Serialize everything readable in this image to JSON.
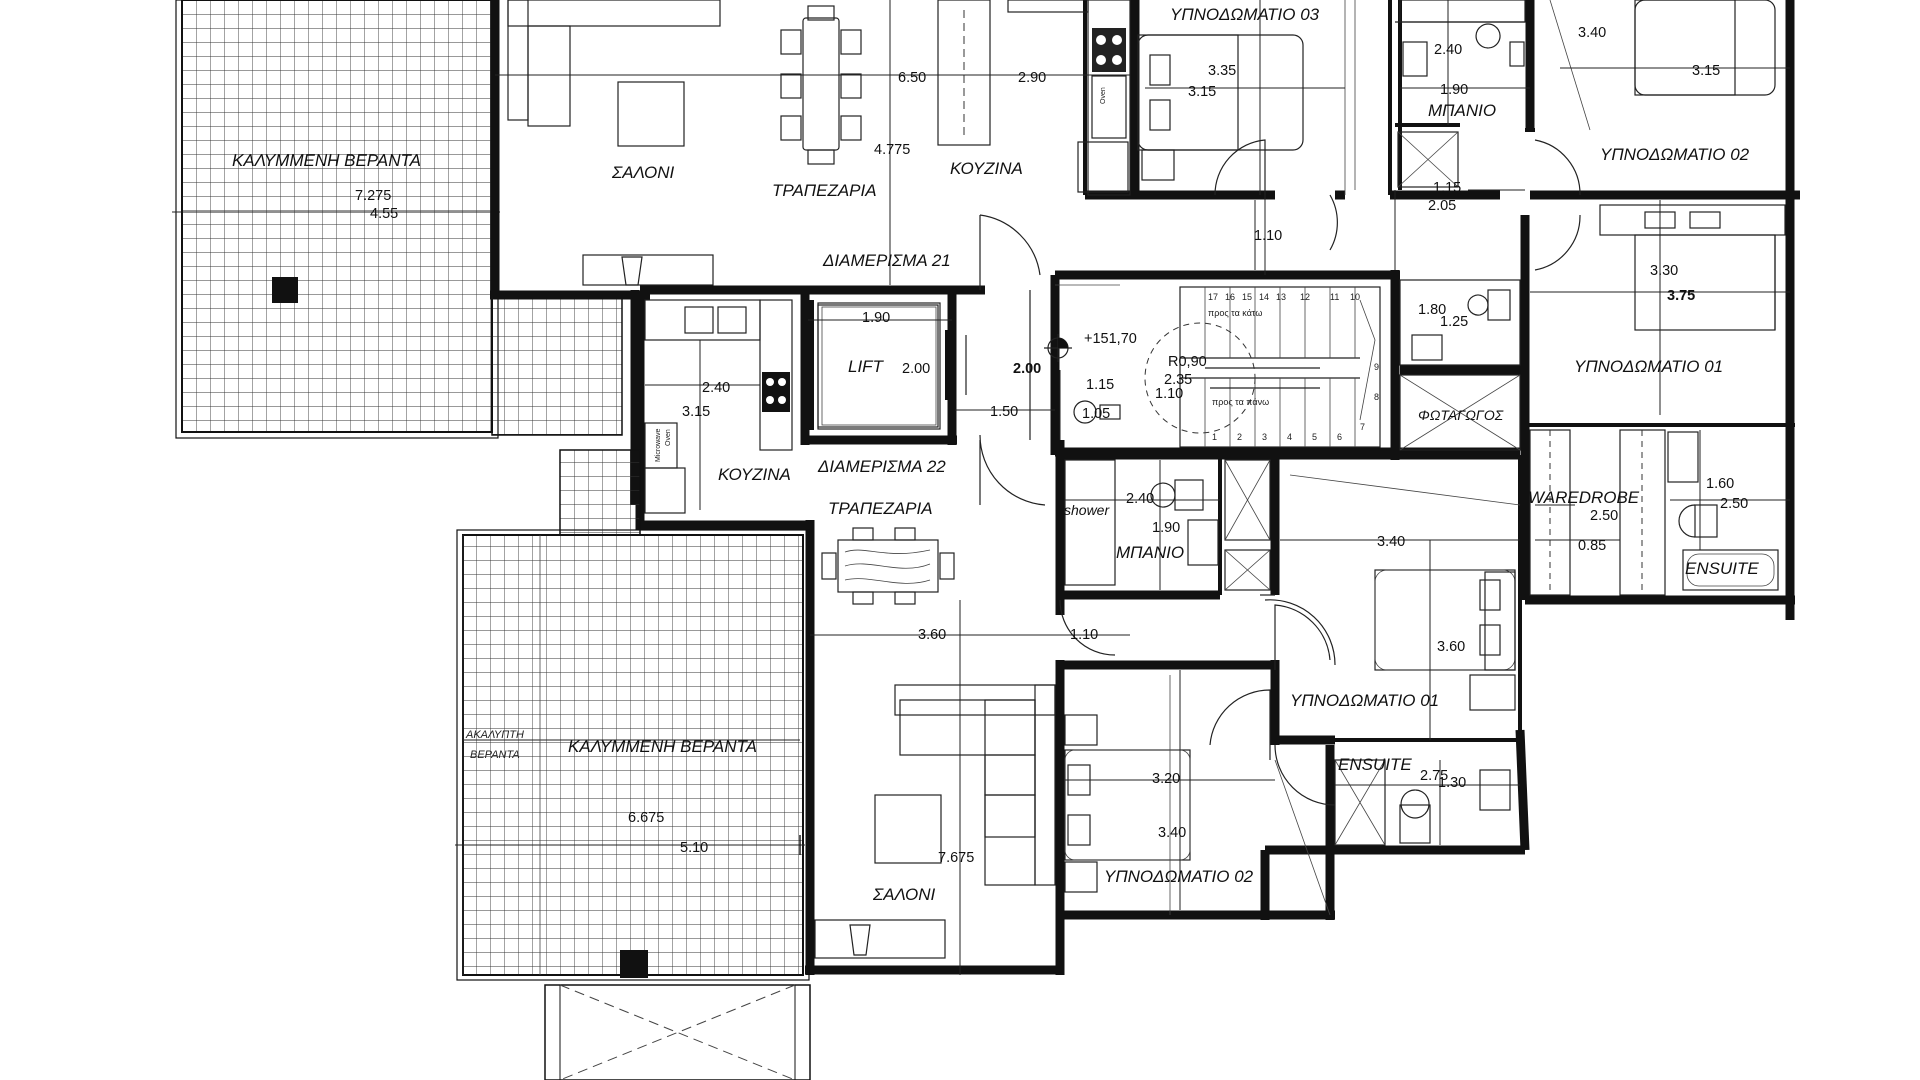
{
  "labels": {
    "upper_verandah": "ΚΑΛΥΜΜΕΝΗ ΒΕΡΑΝΤΑ",
    "upper_living": "ΣΑΛΟΝΙ",
    "upper_dining": "ΤΡΑΠΕΖΑΡΙΑ",
    "upper_kitchen": "ΚΟΥΖΙΝΑ",
    "apartment_21": "ΔΙΑΜΕΡΙΣΜΑ 21",
    "bedroom_03": "ΥΠΝΟΔΩΜΑΤΙΟ 03",
    "upper_bathroom": "ΜΠΑΝΙΟ",
    "upper_bedroom_02": "ΥΠΝΟΔΩΜΑΤΙΟ 02",
    "right_bedroom_01": "ΥΠΝΟΔΩΜΑΤΙΟ 01",
    "lift": "LIFT",
    "skylight": "ΦΩΤΑΓΩΓΟΣ",
    "stairs_down": "προς τα κάτω",
    "stairs_up": "προς τα πάνω",
    "apartment_22": "ΔΙΑΜΕΡΙΣΜΑ 22",
    "lower_kitchen": "ΚΟΥΖΙΝΑ",
    "lower_dining": "ΤΡΑΠΕΖΑΡΙΑ",
    "shower": "shower",
    "lower_bathroom": "ΜΠΑΝΙΟ",
    "wardrobe": "WAREDROBE",
    "ensuite_right": "ENSUITE",
    "lower_bedroom_01": "ΥΠΝΟΔΩΜΑΤΙΟ 01",
    "ensuite_lower": "ENSUITE",
    "lower_bedroom_02": "ΥΠΝΟΔΩΜΑΤΙΟ 02",
    "uncovered_verandah_1": "ΑΚΑΛΥΠΤΗ",
    "uncovered_verandah_2": "ΒΕΡΑΝΤΑ",
    "lower_verandah": "ΚΑΛΥΜΜΕΝΗ ΒΕΡΑΝΤΑ",
    "lower_living": "ΣΑΛΟΝΙ",
    "oven": "Oven",
    "microwave": "Microwave"
  },
  "elevation": {
    "level": "+151,70",
    "radius": "R0,90"
  },
  "dimensions": {
    "d_7275": "7.275",
    "d_455": "4.55",
    "d_650": "6.50",
    "d_290a": "2.90",
    "d_4775": "4.775",
    "d_335": "3.35",
    "d_315a": "3.15",
    "d_240a": "2.40",
    "d_190a": "1.90",
    "d_340a": "3.40",
    "d_315b": "3.15",
    "d_115a": "1.15",
    "d_205": "2.05",
    "d_110a": "1.10",
    "d_330": "3.30",
    "d_375": "3.75",
    "d_190b": "1.90",
    "d_200a": "2.00",
    "d_180": "1.80",
    "d_125": "1.25",
    "d_240b": "2.40",
    "d_315c": "3.15",
    "d_150": "1.50",
    "d_200b": "2.00",
    "d_115b": "1.15",
    "d_105": "1.05",
    "d_235": "2.35",
    "d_110b": "1.10",
    "d_240c": "2.40",
    "d_190c": "1.90",
    "d_340b": "3.40",
    "d_250a": "2.50",
    "d_085": "0.85",
    "d_160": "1.60",
    "d_250b": "2.50",
    "d_360a": "3.60",
    "d_110c": "1.10",
    "d_360b": "3.60",
    "d_320": "3.20",
    "d_340c": "3.40",
    "d_275": "2.75",
    "d_130": "1.30",
    "d_6675": "6.675",
    "d_510": "5.10",
    "d_7675": "7.675"
  },
  "stair_steps_top": [
    "17",
    "16",
    "15",
    "14",
    "13",
    "12",
    "11",
    "10"
  ],
  "stair_steps_bottom": [
    "1",
    "2",
    "3",
    "4",
    "5",
    "6",
    "7",
    "8",
    "9"
  ]
}
